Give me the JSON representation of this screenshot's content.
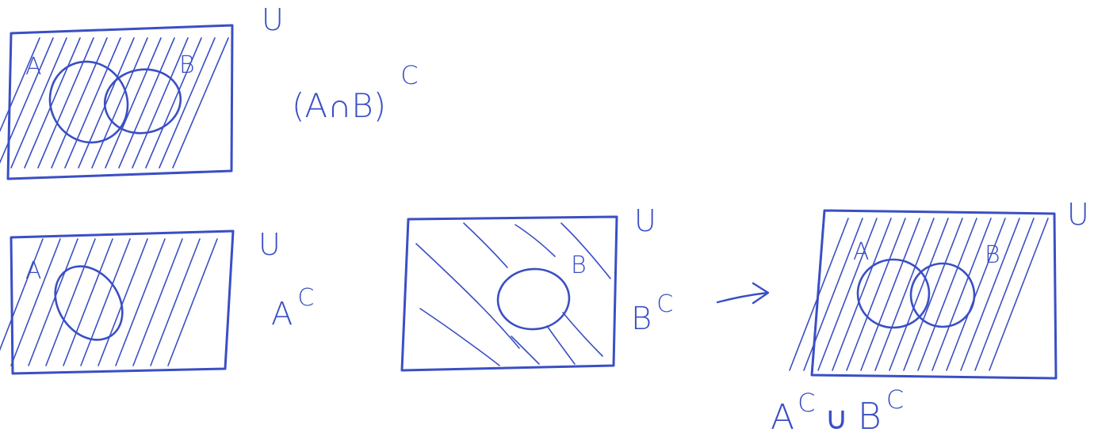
{
  "ink_color": "#3a4fc4",
  "background_color": "#ffffff",
  "panels": [
    {
      "id": "intersection-complement",
      "universe_label": "U",
      "set_labels": [
        "A",
        "B"
      ],
      "caption": "(A∩B)",
      "caption_sup": "C"
    },
    {
      "id": "a-complement",
      "universe_label": "U",
      "set_labels": [
        "A"
      ],
      "caption": "A",
      "caption_sup": "C"
    },
    {
      "id": "b-complement",
      "universe_label": "U",
      "set_labels": [
        "B"
      ],
      "caption": "B",
      "caption_sup": "C"
    },
    {
      "id": "union-of-complements",
      "universe_label": "U",
      "set_labels": [
        "A",
        "B"
      ],
      "caption": "A",
      "caption_sup": "C",
      "caption_mid": "∪",
      "caption_end": "B",
      "caption_end_sup": "C"
    }
  ],
  "arrow_icon": "right-arrow-icon"
}
